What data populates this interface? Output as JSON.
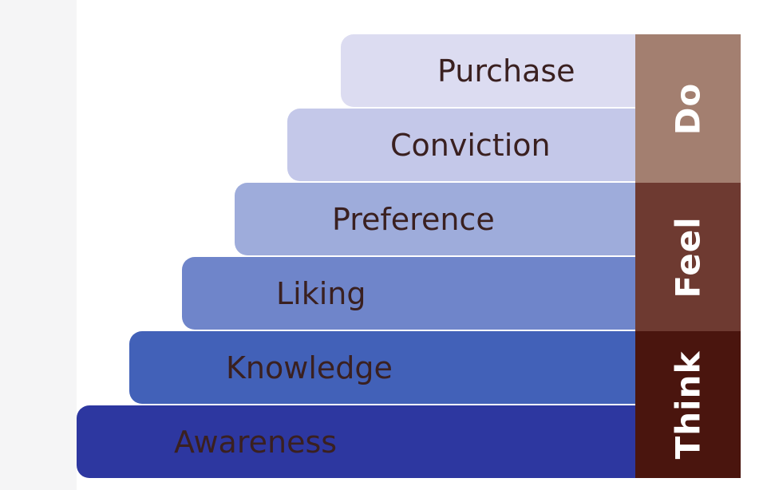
{
  "steps": [
    {
      "label": "Purchase",
      "color": "#dcdcf1"
    },
    {
      "label": "Conviction",
      "color": "#c4c8e9"
    },
    {
      "label": "Preference",
      "color": "#9eacdb"
    },
    {
      "label": "Liking",
      "color": "#6f85ca"
    },
    {
      "label": "Knowledge",
      "color": "#4261b8"
    },
    {
      "label": "Awareness",
      "color": "#2d37a0"
    }
  ],
  "stages": [
    {
      "label": "Do",
      "color": "#a37f70"
    },
    {
      "label": "Feel",
      "color": "#6e3a31"
    },
    {
      "label": "Think",
      "color": "#4a150e"
    }
  ]
}
